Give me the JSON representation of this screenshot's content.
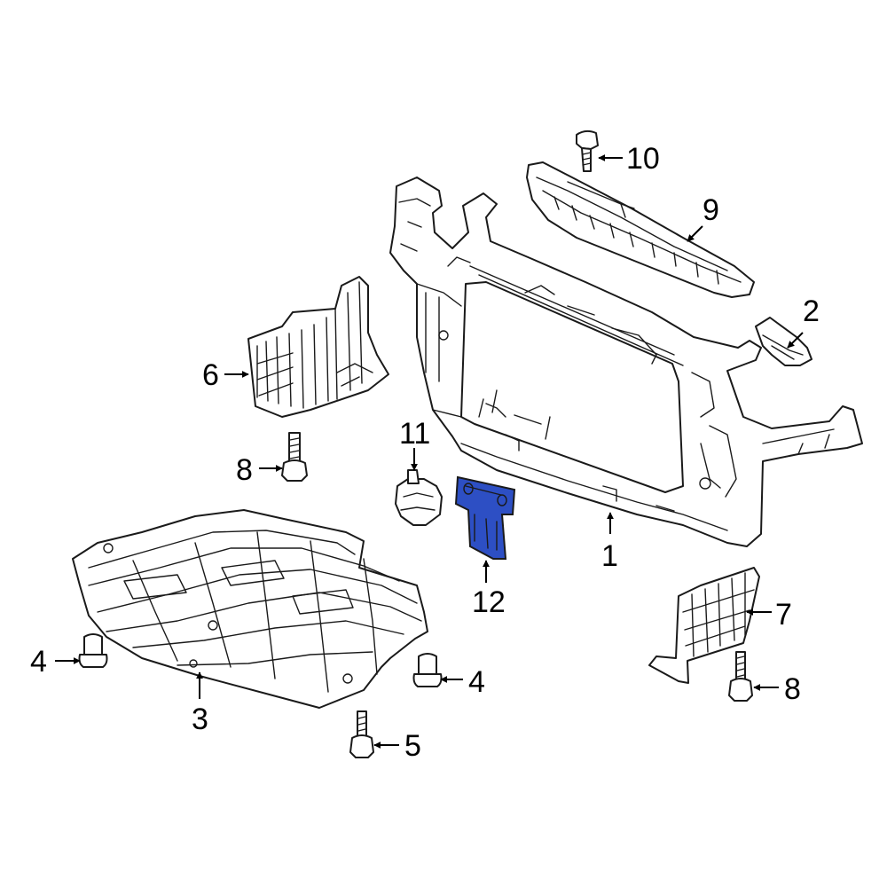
{
  "colors": {
    "line": "#1a1a1a",
    "highlight": "#2d4fc4",
    "background": "#ffffff"
  },
  "parts": {
    "p1": {
      "label": "1"
    },
    "p2": {
      "label": "2"
    },
    "p3": {
      "label": "3"
    },
    "p4a": {
      "label": "4"
    },
    "p4b": {
      "label": "4"
    },
    "p5": {
      "label": "5"
    },
    "p6": {
      "label": "6"
    },
    "p7": {
      "label": "7"
    },
    "p8a": {
      "label": "8"
    },
    "p8b": {
      "label": "8"
    },
    "p9": {
      "label": "9"
    },
    "p10": {
      "label": "10"
    },
    "p11": {
      "label": "11"
    },
    "p12": {
      "label": "12",
      "highlighted": true
    }
  }
}
